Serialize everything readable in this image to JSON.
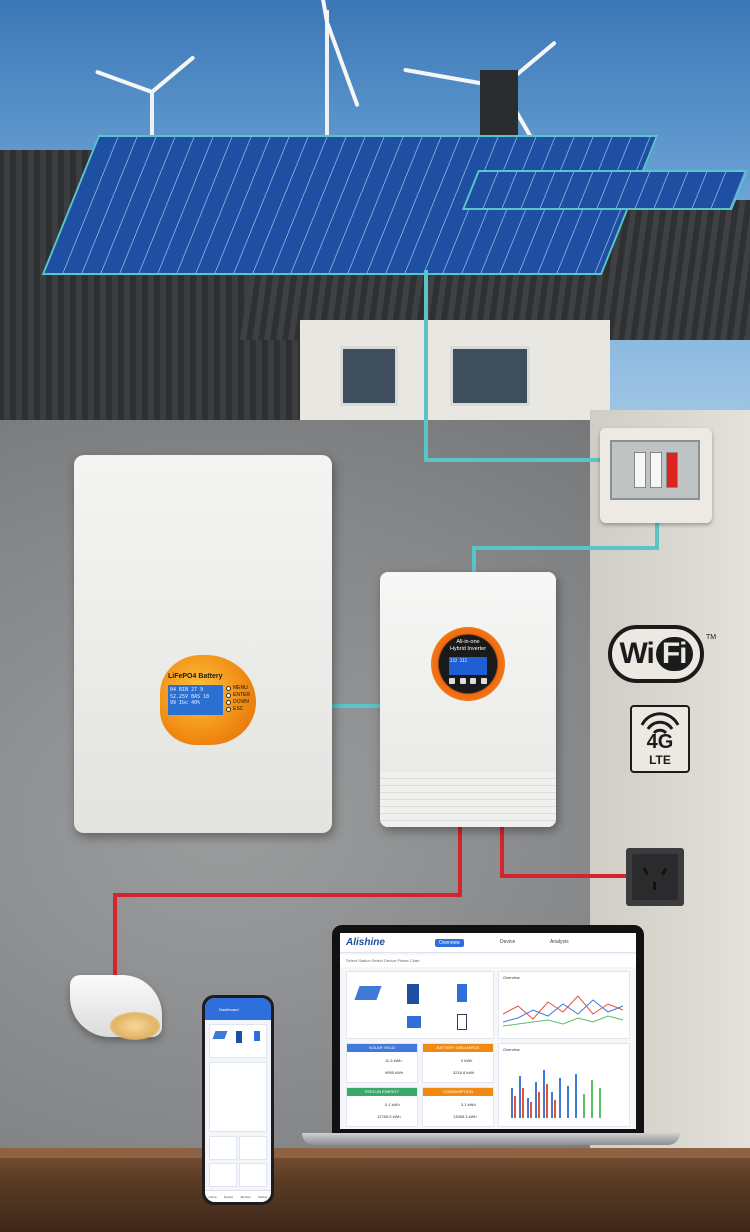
{
  "battery": {
    "label": "LiFePO4 Battery",
    "lcd": [
      "04 BIN 27 9",
      "52.25V BAS 18",
      "99 Ibc 40%"
    ],
    "buttons": [
      "MENU",
      "ENTER",
      "DOWN",
      "ESC"
    ]
  },
  "inverter": {
    "title_line1": "All-in-one",
    "title_line2": "Hybrid Inverter",
    "lcd": "232 232"
  },
  "wifi": {
    "wi": "Wi",
    "fi": "Fi",
    "tm": "TM"
  },
  "lte": {
    "gen": "4G",
    "label": "LTE"
  },
  "laptop": {
    "brand": "Alishine",
    "nav": [
      "Overview",
      "Device",
      "Analysis"
    ],
    "filters": "Select Station   Select Device   Phase Chart",
    "cards": {
      "solar": "SOLAR YIELD",
      "battery": "BATTERY DISCHARGE",
      "feed": "FEED-IN ENERGY",
      "consumption": "CONSUMPTION"
    },
    "values": {
      "solar_1": "11.3 kWh",
      "solar_2": "9955 kWh",
      "battery_1": "0 kWh",
      "battery_2": "3216.8 kWh",
      "feed_1": "0.1 kWh",
      "feed_2": "12765.9 kWh",
      "cons_1": "3.1 kWh",
      "cons_2": "13065.3 kWh"
    },
    "charts": {
      "line": "Overview",
      "bar": "Overview"
    }
  },
  "phone": {
    "title": "Dashboard",
    "tabs": [
      "Home",
      "Device",
      "Monitor",
      "Setting"
    ]
  }
}
